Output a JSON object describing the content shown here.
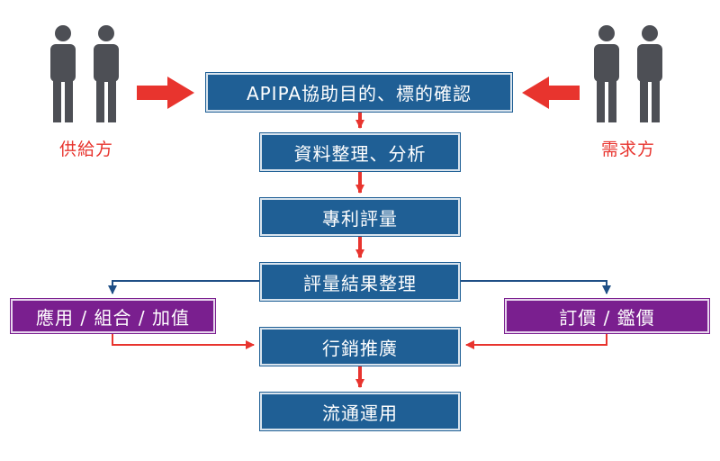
{
  "parties": {
    "supplier": "供給方",
    "demander": "需求方"
  },
  "steps": {
    "confirm_goal": "APIPA協助目的、標的確認",
    "data_analysis": "資料整理、分析",
    "patent_evaluation": "專利評量",
    "result_organizing": "評量結果整理",
    "marketing": "行銷推廣",
    "circulation": "流通運用"
  },
  "branches": {
    "application": "應用 / 組合 / 加值",
    "pricing": "訂價 / 鑑價"
  },
  "colors": {
    "main_box": "#1f5f95",
    "branch_box": "#7a1f8f",
    "red_arrow": "#e8342e",
    "blue_arrow": "#1f4f86",
    "person": "#4d4f55"
  },
  "icons": {
    "supplier": "people-icon",
    "demander": "people-icon"
  }
}
